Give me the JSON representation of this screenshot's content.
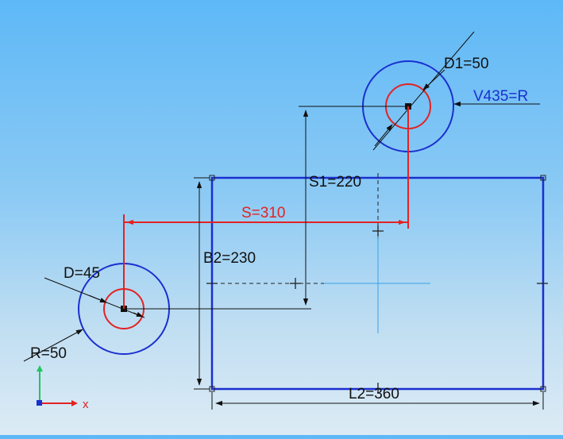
{
  "labels": {
    "d1": "D1=50",
    "v435": "V435=R",
    "s1": "S1=220",
    "s": "S=310",
    "b2": "B2=230",
    "d": "D=45",
    "r": "R=50",
    "l2": "L2=360",
    "axis_x": "x"
  },
  "colors": {
    "outline": "#1a2fcf",
    "red": "#e32222",
    "dimension": "#111111",
    "centerline": "#3aa0e8",
    "axis_y": "#22c55e"
  }
}
